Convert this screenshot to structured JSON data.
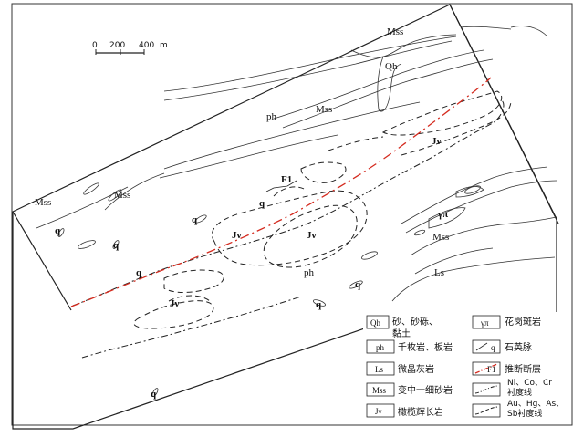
{
  "map": {
    "scale_bar": {
      "ticks": [
        "0",
        "200",
        "400"
      ],
      "unit": "m"
    },
    "fault_label": "F1",
    "labels": {
      "qh": "Qh",
      "ph": "ph",
      "mss": "Mss",
      "ls": "Ls",
      "jv": "Jν",
      "gamma_pi": "γπ",
      "q": "q"
    }
  },
  "legend": {
    "items": [
      {
        "code": "Qh",
        "text1": "砂、砂砾、",
        "text2": "黏土"
      },
      {
        "code": "γπ",
        "text1": "花岗斑岩"
      },
      {
        "code": "ph",
        "text1": "千枚岩、板岩"
      },
      {
        "code": "q",
        "text1": "石英脉"
      },
      {
        "code": "Ls",
        "text1": "微晶灰岩"
      },
      {
        "code": "F1",
        "text1": "推断断层"
      },
      {
        "code": "Mss",
        "text1": "变中一细砂岩"
      },
      {
        "code": "",
        "text1": "Ni、Co、Cr",
        "text2": "衬度线"
      },
      {
        "code": "Jν",
        "text1": "橄榄辉长岩"
      },
      {
        "code": "",
        "text1": "Au、Hg、As、",
        "text2": "Sb衬度线"
      }
    ]
  },
  "colors": {
    "fault": "#d42a1e",
    "line": "#222222"
  }
}
